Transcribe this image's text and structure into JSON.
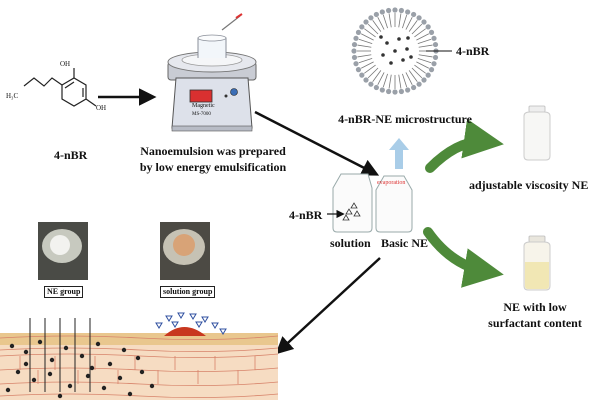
{
  "labels": {
    "molecule": "4-nBR",
    "molecule_oh_top": "OH",
    "molecule_oh_bottom": "OH",
    "molecule_chain": "H₃C",
    "nano_line1": "Nanoemulsion was prepared",
    "nano_line2": "by low energy emulsification",
    "device_brand": "Magnetic",
    "device_model": "MS-7000",
    "micro_tag": "4-nBR",
    "micro_title": "4-nBR-NE microstructure",
    "evaporation": "evaporation",
    "left_tag": "4-nBR",
    "solution": "solution",
    "basic_ne": "Basic NE",
    "viscosity": "adjustable viscosity NE",
    "low_surf_1": "NE with low",
    "low_surf_2": "surfactant content",
    "ne_group": "NE group",
    "solution_group": "solution group"
  },
  "colors": {
    "arrow": "#111111",
    "green_arrow": "#4e8a3a",
    "light_blue_arrow": "#a9cde8",
    "skin_top": "#e9c78e",
    "skin_layer": "#f6dcc2",
    "skin_line": "#d7836a",
    "lesion": "#c8371f",
    "device_body": "#dde1ea",
    "display": "#d93030"
  }
}
